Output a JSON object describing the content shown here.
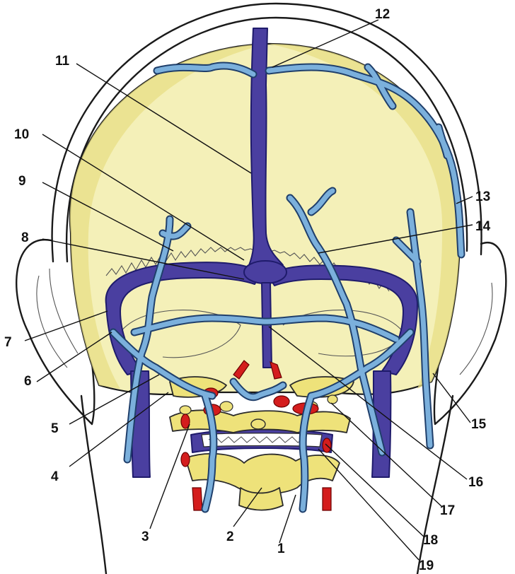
{
  "colors": {
    "skull_fill": "#f4f0b8",
    "skull_shade": "#d9d06a",
    "vertebra_fill": "#eee27a",
    "deep_vein": "#4a3fa0",
    "superficial_vein": "#7bb0dc",
    "artery": "#d41d1d",
    "outline": "#1a1a1a"
  },
  "labels": [
    {
      "id": "1",
      "text": "1"
    },
    {
      "id": "2",
      "text": "2"
    },
    {
      "id": "3",
      "text": "3"
    },
    {
      "id": "4",
      "text": "4"
    },
    {
      "id": "5",
      "text": "5"
    },
    {
      "id": "6",
      "text": "6"
    },
    {
      "id": "7",
      "text": "7"
    },
    {
      "id": "8",
      "text": "8"
    },
    {
      "id": "9",
      "text": "9"
    },
    {
      "id": "10",
      "text": "10"
    },
    {
      "id": "11",
      "text": "11"
    },
    {
      "id": "12",
      "text": "12"
    },
    {
      "id": "13",
      "text": "13"
    },
    {
      "id": "14",
      "text": "14"
    },
    {
      "id": "15",
      "text": "15"
    },
    {
      "id": "16",
      "text": "16"
    },
    {
      "id": "17",
      "text": "17"
    },
    {
      "id": "18",
      "text": "18"
    },
    {
      "id": "19",
      "text": "19"
    }
  ]
}
